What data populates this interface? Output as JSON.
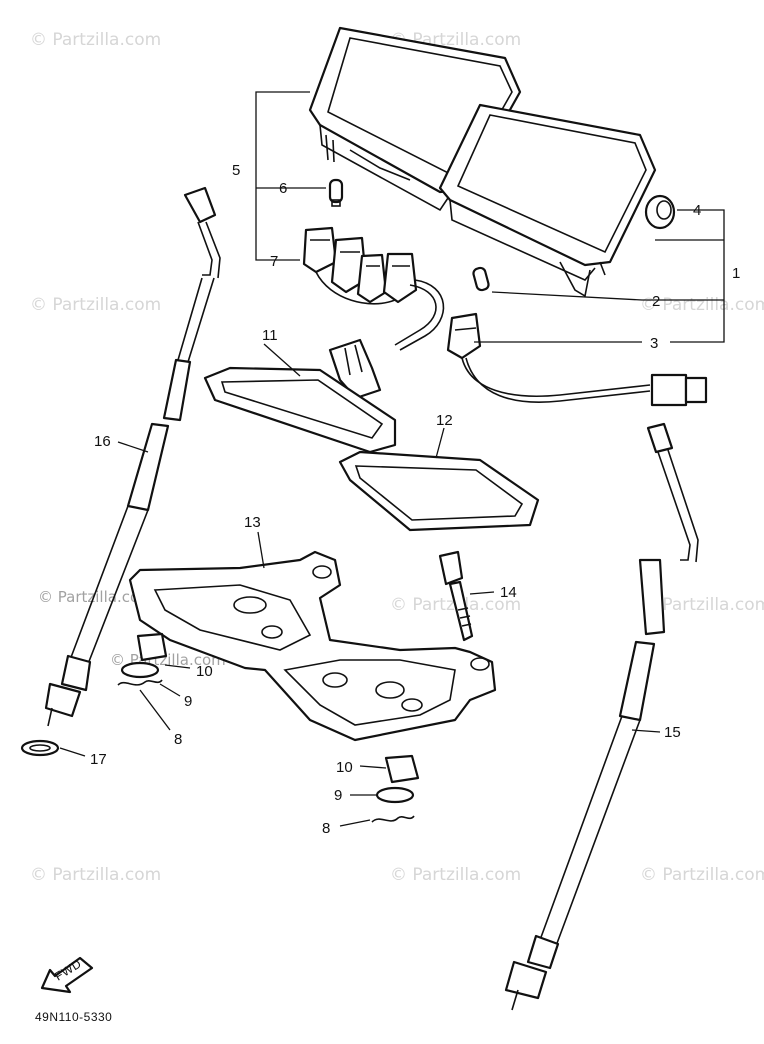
{
  "watermark": "© Partzilla.com",
  "diagram_code": "49N110-5330",
  "fwd_label": "FWD",
  "callouts": {
    "c1": "1",
    "c2": "2",
    "c3": "3",
    "c4": "4",
    "c5": "5",
    "c6": "6",
    "c7": "7",
    "c8a": "8",
    "c8b": "8",
    "c9a": "9",
    "c9b": "9",
    "c10a": "10",
    "c10b": "10",
    "c11": "11",
    "c12": "12",
    "c13": "13",
    "c14": "14",
    "c15": "15",
    "c16": "16",
    "c17": "17"
  }
}
